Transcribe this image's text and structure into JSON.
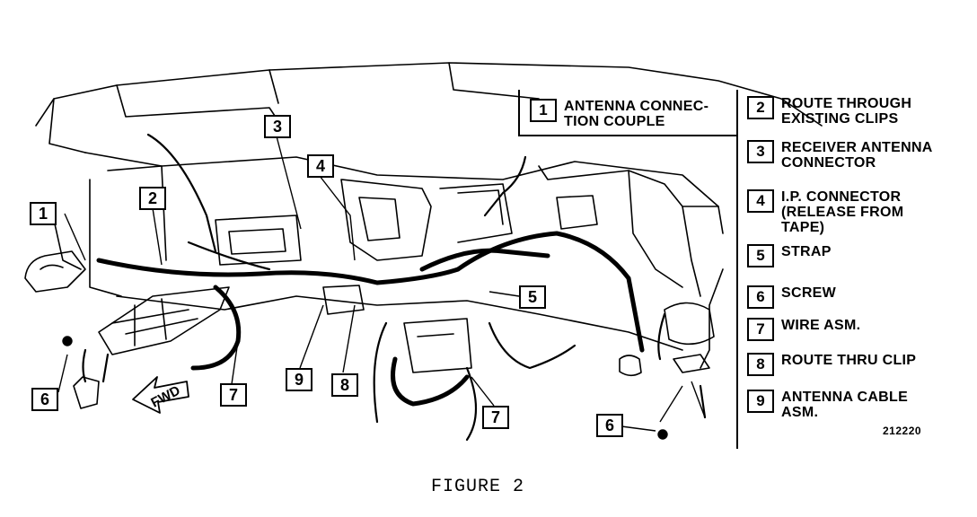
{
  "figure": {
    "caption": "FIGURE 2",
    "code": "212220"
  },
  "legend": [
    {
      "num": "1",
      "text": "ANTENNA CONNEC-\nTION COUPLE"
    },
    {
      "num": "2",
      "text": "ROUTE THROUGH\nEXISTING CLIPS"
    },
    {
      "num": "3",
      "text": "RECEIVER ANTENNA\nCONNECTOR"
    },
    {
      "num": "4",
      "text": "I.P. CONNECTOR\n(RELEASE FROM\nTAPE)"
    },
    {
      "num": "5",
      "text": "STRAP"
    },
    {
      "num": "6",
      "text": "SCREW"
    },
    {
      "num": "7",
      "text": "WIRE ASM."
    },
    {
      "num": "8",
      "text": "ROUTE THRU CLIP"
    },
    {
      "num": "9",
      "text": "ANTENNA CABLE\nASM."
    }
  ],
  "callouts": {
    "c1": "1",
    "c2": "2",
    "c3": "3",
    "c4": "4",
    "c5": "5",
    "c6a": "6",
    "c6b": "6",
    "c7a": "7",
    "c7b": "7",
    "c8": "8",
    "c9": "9"
  },
  "fwd_label": "FWD"
}
